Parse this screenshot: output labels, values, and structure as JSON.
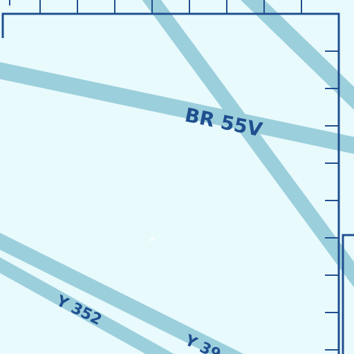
{
  "map": {
    "background_color": "#e8fafc",
    "airway_color": "#9ccfdc",
    "border_color": "#1f4f8f",
    "labels": {
      "br55v": "BR 55V",
      "y352": "Y 352",
      "y3xx": "Y 39"
    }
  }
}
